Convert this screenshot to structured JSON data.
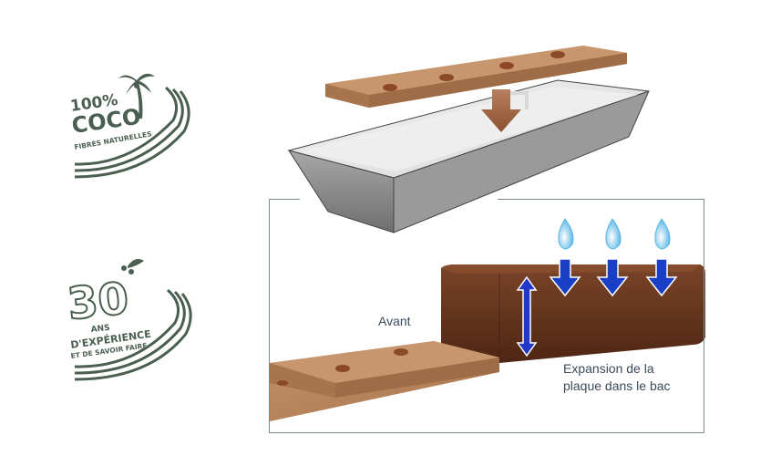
{
  "badges": {
    "coco": {
      "line1": "100%",
      "line2": "COCO",
      "line3": "FIBRES NATURELLES",
      "icon": "palm-tree-icon"
    },
    "experience": {
      "number": "30",
      "line1": "ANS",
      "line2": "D'EXPÉRIENCE",
      "line3": "ET DE SAVOIR FAIRE",
      "icon": "leaf-icon"
    },
    "color": "#4a5f50"
  },
  "diagram": {
    "label_before": "Avant",
    "label_expansion_1": "Expansion de la",
    "label_expansion_2": "plaque dans le bac",
    "colors": {
      "coco_fiber": "#b8825a",
      "expanded_coco": "#6a3a22",
      "tray": "#8a8a8a",
      "down_arrow": "#1a3fc7",
      "insert_arrow": "#a0603a",
      "water_drop": "#4aa8e0"
    }
  }
}
